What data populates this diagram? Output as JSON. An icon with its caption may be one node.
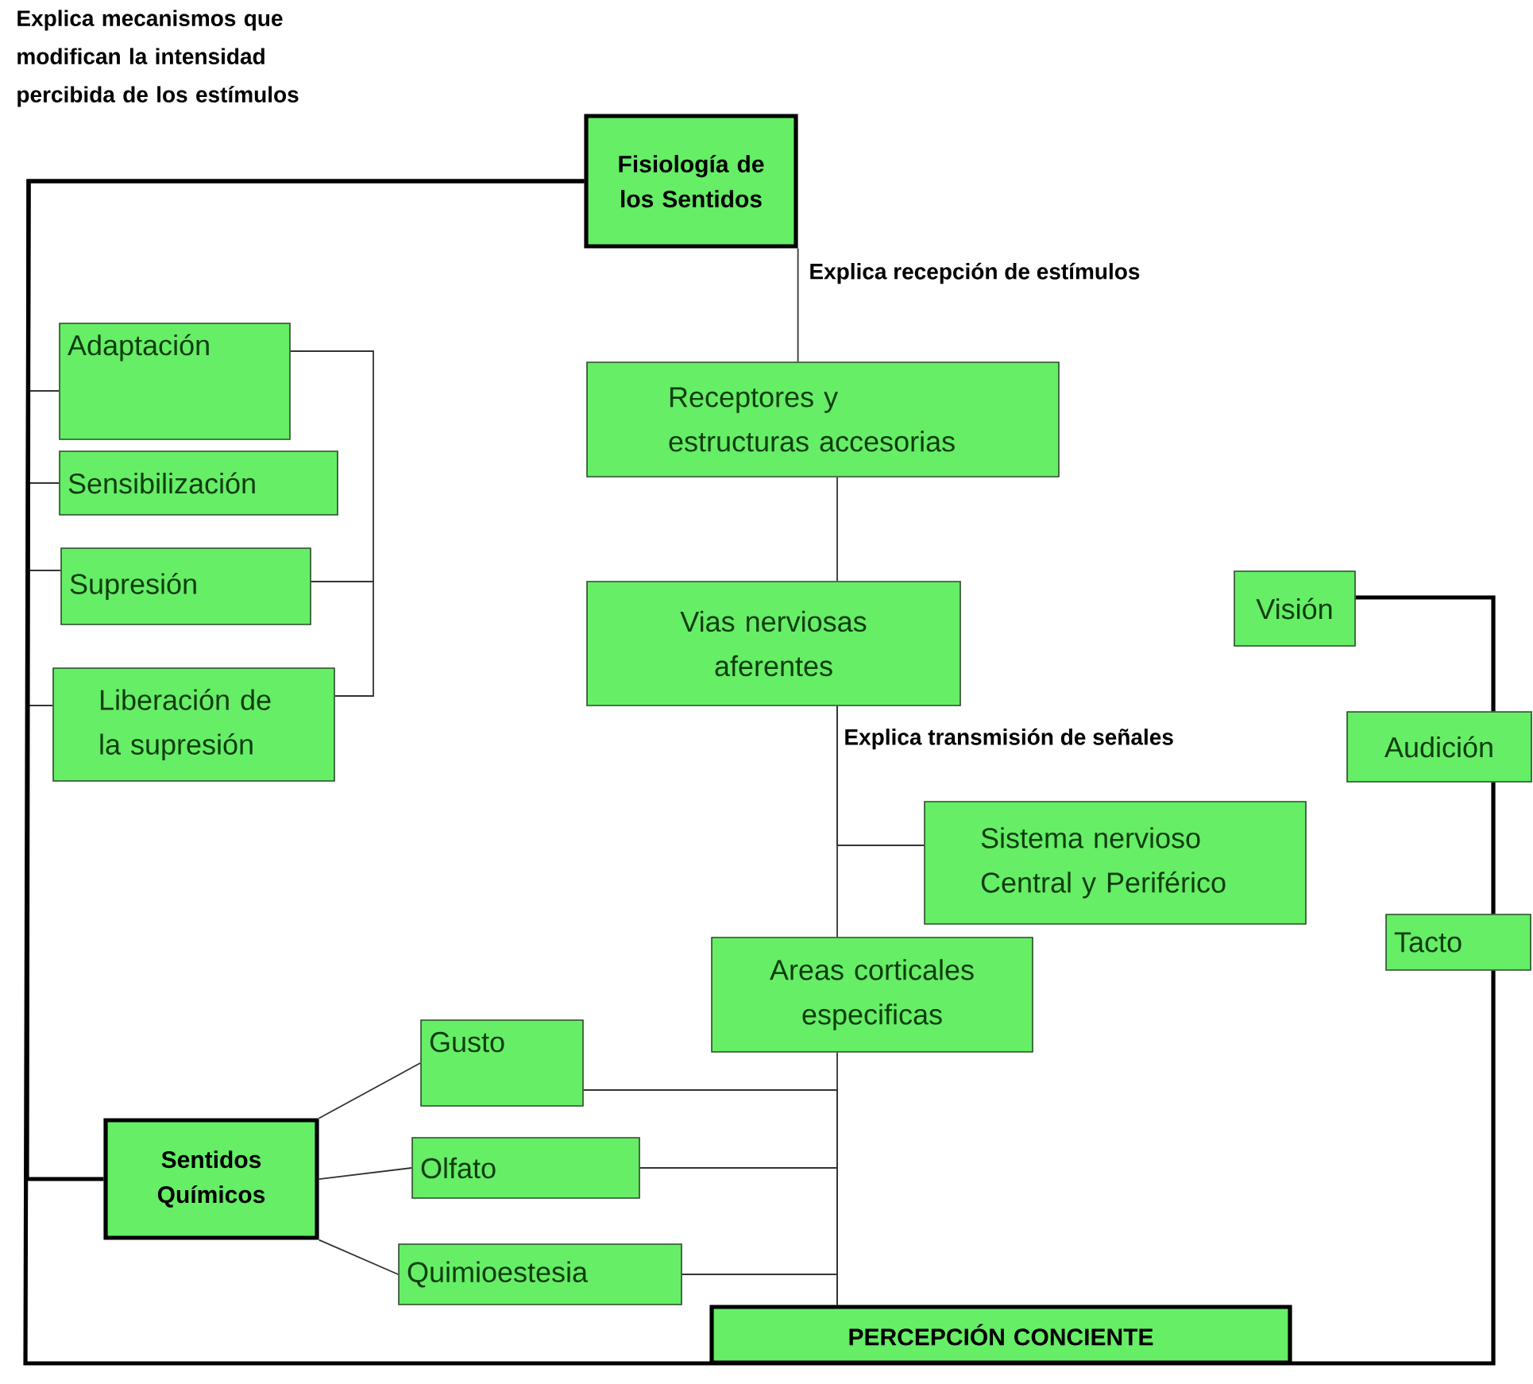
{
  "diagram": {
    "nodes": [
      {
        "text": [
          "Fisiología de los Sentidos"
        ]
      },
      {
        "text": [
          "Receptores y estructuras accesorias"
        ]
      },
      {
        "text": [
          "Vias nerviosas aferentes"
        ]
      },
      {
        "text": [
          "Sistema nervioso Central y Periférico"
        ]
      },
      {
        "text": [
          "Areas corticales especificas"
        ]
      },
      {
        "text": [
          "Adaptación"
        ]
      },
      {
        "text": [
          "Sensibilización"
        ]
      },
      {
        "text": [
          "Supresión"
        ]
      },
      {
        "text": [
          "Liberación de la supresión"
        ]
      },
      {
        "text": [
          "Sentidos Químicos"
        ]
      },
      {
        "text": [
          "Gusto"
        ]
      },
      {
        "text": [
          "Olfato"
        ]
      },
      {
        "text": [
          "Quimioestesia"
        ]
      },
      {
        "text": [
          "PERCEPCIÓN CONCIENTE"
        ]
      },
      {
        "text": [
          "Visión"
        ]
      },
      {
        "text": [
          "Audición"
        ]
      },
      {
        "text": [
          "Tacto"
        ]
      }
    ],
    "edges": [
      {
        "from": 0,
        "to": 1,
        "arrow": "none",
        "label": "Explica recepción de estímulos"
      },
      {
        "from": 1,
        "to": 2,
        "arrow": "none"
      },
      {
        "from": 2,
        "to": 4,
        "arrow": "none",
        "label": "Explica transmisión de señales"
      },
      {
        "from": 2,
        "to": 3,
        "arrow": "none"
      },
      {
        "from": 4,
        "to": 13,
        "arrow": "none"
      },
      {
        "from": 10,
        "to": 13,
        "arrow": "none"
      },
      {
        "from": 11,
        "to": 13,
        "arrow": "none"
      },
      {
        "from": 12,
        "to": 13,
        "arrow": "none"
      },
      {
        "from": 9,
        "to": 10,
        "arrow": "none"
      },
      {
        "from": 9,
        "to": 11,
        "arrow": "none"
      },
      {
        "from": 9,
        "to": 12,
        "arrow": "none"
      },
      {
        "from": 0,
        "to": 5,
        "arrow": "none"
      },
      {
        "from": 0,
        "to": 6,
        "arrow": "none"
      },
      {
        "from": 0,
        "to": 7,
        "arrow": "none"
      },
      {
        "from": 0,
        "to": 8,
        "arrow": "none"
      },
      {
        "from": 0,
        "to": 9,
        "arrow": "none",
        "style": "thick"
      },
      {
        "from": 0,
        "to": 16,
        "arrow": "none",
        "style": "thick"
      },
      {
        "from": 16,
        "to": 15,
        "arrow": "none",
        "style": "thick"
      },
      {
        "from": 15,
        "to": 14,
        "arrow": "none",
        "style": "thick"
      },
      {
        "from": 5,
        "to": 7,
        "arrow": "none"
      },
      {
        "from": 7,
        "to": 8,
        "arrow": "none"
      }
    ],
    "labels": [
      "Explica mecanismos que modifican la intensidad percibida de los estímulos"
    ]
  }
}
